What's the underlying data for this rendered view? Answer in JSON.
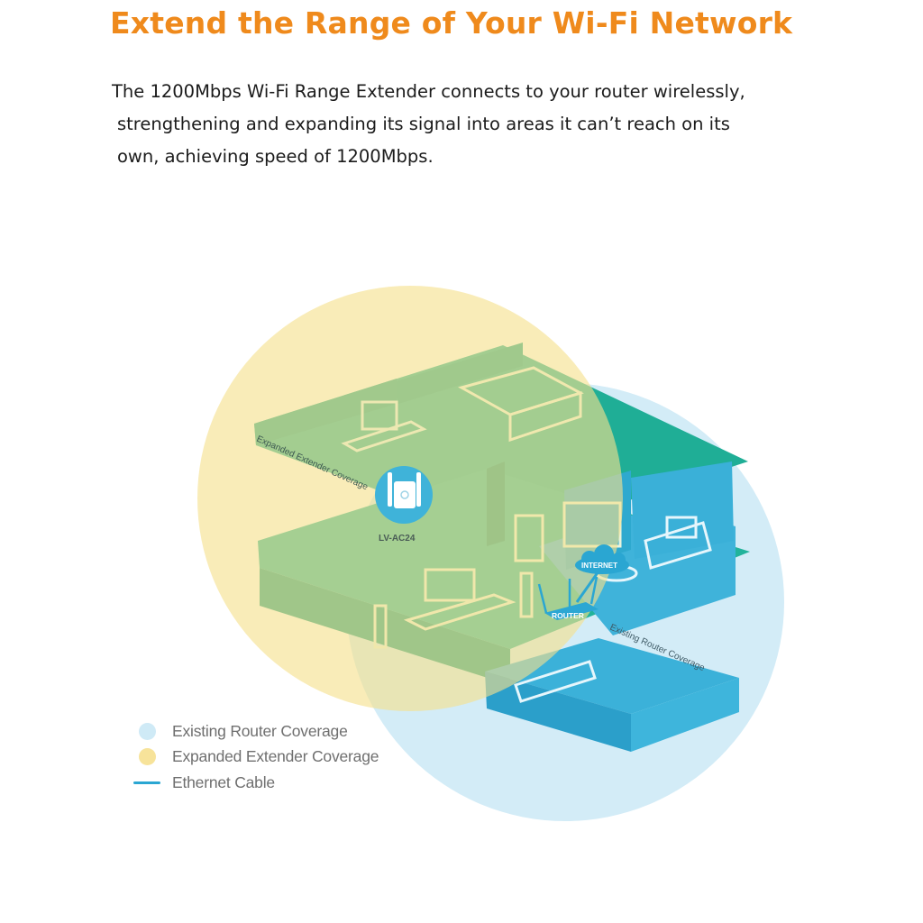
{
  "header": {
    "title": "Extend the Range of Your Wi-Fi Network",
    "description_lines": [
      "The 1200Mbps Wi-Fi Range Extender connects to your router wirelessly,",
      "strengthening and expanding its signal into areas it can’t reach on its",
      "own, achieving speed of 1200Mbps."
    ]
  },
  "diagram": {
    "extender_zone_label": "Expanded Extender Coverage",
    "router_zone_label": "Existing Router Coverage",
    "extender_model": "LV-AC24",
    "internet_label": "INTERNET",
    "router_label": "ROUTER"
  },
  "legend": {
    "items": [
      {
        "label": "Existing Router Coverage",
        "color": "#cfeaf6",
        "kind": "dot"
      },
      {
        "label": "Expanded Extender Coverage",
        "color": "#f7e39a",
        "kind": "dot"
      },
      {
        "label": "Ethernet Cable",
        "color": "#2aa6d2",
        "kind": "line"
      }
    ]
  },
  "colors": {
    "title": "#ef8a1c",
    "floor_teal": "#1fab95",
    "floor_blue": "#43b7dc",
    "extender_circle": "#f7e6a0",
    "router_circle": "#cdeaf7"
  }
}
